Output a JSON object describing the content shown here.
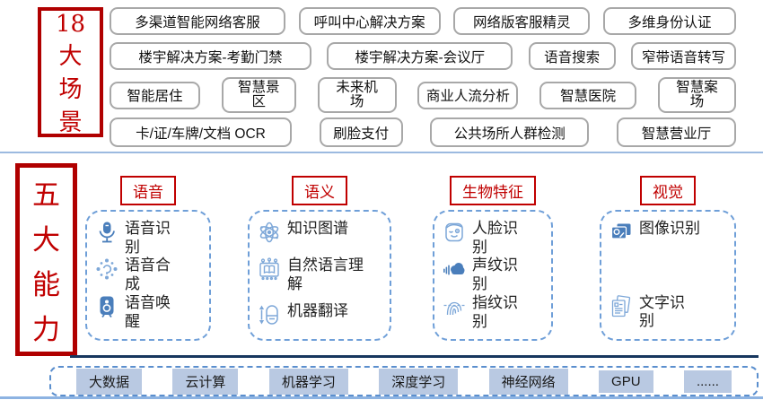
{
  "top_section": {
    "title_lines": [
      "18",
      "大",
      "场",
      "景"
    ],
    "rows": [
      [
        "多渠道智能网络客服",
        "呼叫中心解决方案",
        "网络版客服精灵",
        "多维身份认证"
      ],
      [
        "楼宇解决方案-考勤门禁",
        "楼宇解决方案-会议厅",
        "语音搜索",
        "窄带语音转写"
      ],
      [
        "智能居住",
        "智慧景区",
        "未来机场",
        "商业人流分析",
        "智慧医院",
        "智慧案场"
      ],
      [
        "卡/证/车牌/文档 OCR",
        "刷脸支付",
        "公共场所人群检测",
        "智慧营业厅"
      ]
    ]
  },
  "capability_section": {
    "title_lines": [
      "五",
      "大",
      "能",
      "力"
    ],
    "groups": [
      {
        "label": "语音",
        "items": [
          {
            "icon": "microphone-icon",
            "label": "语音识别"
          },
          {
            "icon": "speech-synthesis-icon",
            "label": "语音合成"
          },
          {
            "icon": "speaker-icon",
            "label": "语音唤醒"
          }
        ]
      },
      {
        "label": "语义",
        "items": [
          {
            "icon": "atom-icon",
            "label": "知识图谱"
          },
          {
            "icon": "nlu-machine-icon",
            "label": "自然语言理解"
          },
          {
            "icon": "translator-icon",
            "label": "机器翻译"
          }
        ]
      },
      {
        "label": "生物特征",
        "items": [
          {
            "icon": "face-icon",
            "label": "人脸识别"
          },
          {
            "icon": "voiceprint-icon",
            "label": "声纹识别"
          },
          {
            "icon": "fingerprint-icon",
            "label": "指纹识别"
          }
        ]
      },
      {
        "label": "视觉",
        "items": [
          {
            "icon": "image-recognition-icon",
            "label": "图像识别"
          },
          {
            "icon": "text-recognition-icon",
            "label": "文字识别"
          }
        ]
      }
    ]
  },
  "tech_bar": {
    "items": [
      "大数据",
      "云计算",
      "机器学习",
      "深度学习",
      "神经网络",
      "GPU",
      "......"
    ]
  },
  "colors": {
    "title_red": "#c00000",
    "border_red": "#b00000",
    "icon_blue": "#4a7ebb",
    "icon_light_blue": "#7da7d8",
    "dashed_blue": "#6f9fd8",
    "chip_blue": "#b9c9e2",
    "navy_line": "#17375e",
    "pill_gray": "#a8a8a8"
  }
}
